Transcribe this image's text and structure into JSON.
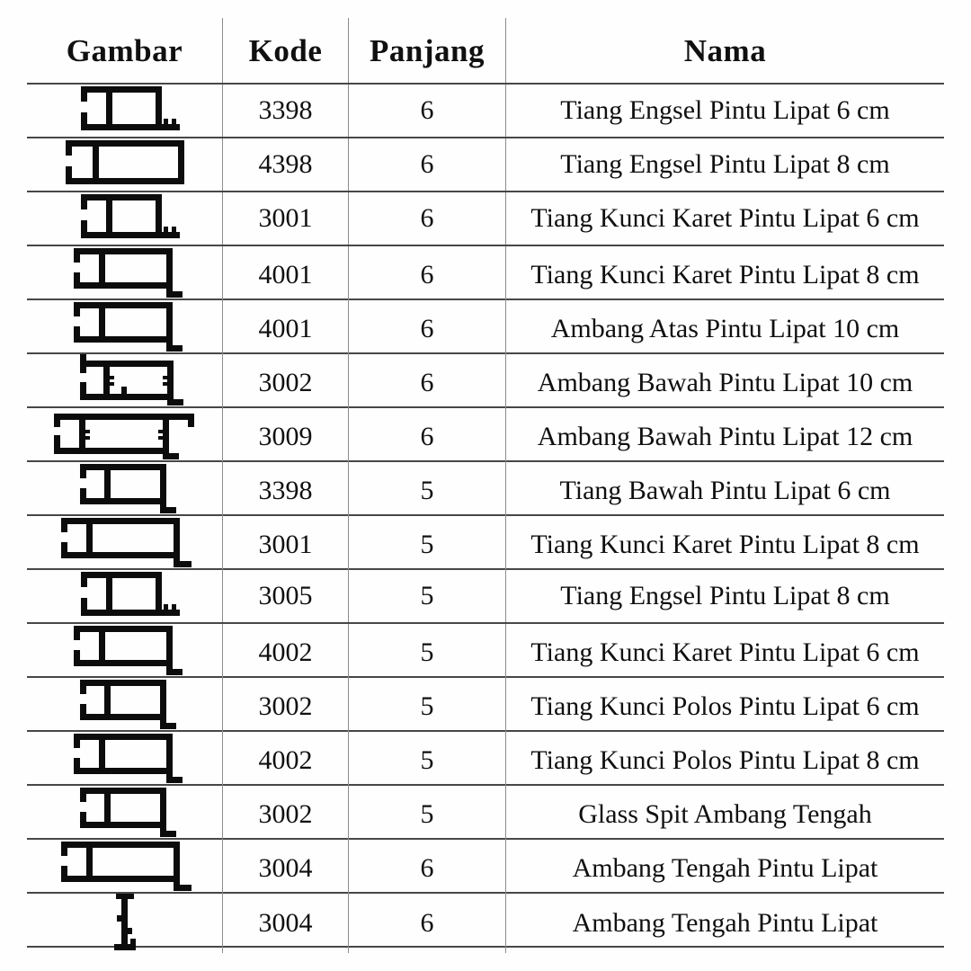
{
  "table": {
    "headers": {
      "gambar": "Gambar",
      "kode": "Kode",
      "panjang": "Panjang",
      "nama": "Nama"
    },
    "rows": [
      {
        "kode": "3398",
        "panjang": "6",
        "nama": "Tiang Engsel Pintu Lipat 6 cm",
        "icon": "profile-box-teeth"
      },
      {
        "kode": "4398",
        "panjang": "6",
        "nama": "Tiang Engsel Pintu Lipat 8 cm",
        "icon": "profile-box-wide"
      },
      {
        "kode": "3001",
        "panjang": "6",
        "nama": "Tiang Kunci Karet Pintu Lipat 6 cm",
        "icon": "profile-box-teeth"
      },
      {
        "kode": "4001",
        "panjang": "6",
        "nama": "Tiang Kunci Karet Pintu Lipat 8 cm",
        "icon": "profile-hook-medium"
      },
      {
        "kode": "4001",
        "panjang": "6",
        "nama": "Ambang Atas Pintu Lipat 10 cm",
        "icon": "profile-hook-medium"
      },
      {
        "kode": "3002",
        "panjang": "6",
        "nama": "Ambang Bawah Pintu Lipat 10 cm",
        "icon": "profile-sill-ticks"
      },
      {
        "kode": "3009",
        "panjang": "6",
        "nama": "Ambang Bawah Pintu Lipat 12 cm",
        "icon": "profile-sill-wide"
      },
      {
        "kode": "3398",
        "panjang": "5",
        "nama": "Tiang Bawah Pintu Lipat 6 cm",
        "icon": "profile-hook-small"
      },
      {
        "kode": "3001",
        "panjang": "5",
        "nama": "Tiang Kunci Karet Pintu Lipat 8 cm",
        "icon": "profile-hook-wide"
      },
      {
        "kode": "3005",
        "panjang": "5",
        "nama": "Tiang Engsel Pintu Lipat 8 cm",
        "icon": "profile-box-teeth"
      },
      {
        "kode": "4002",
        "panjang": "5",
        "nama": "Tiang Kunci Karet Pintu Lipat 6 cm",
        "icon": "profile-hook-medium"
      },
      {
        "kode": "3002",
        "panjang": "5",
        "nama": "Tiang Kunci Polos Pintu Lipat 6 cm",
        "icon": "profile-hook-small"
      },
      {
        "kode": "4002",
        "panjang": "5",
        "nama": "Tiang Kunci Polos Pintu Lipat 8 cm",
        "icon": "profile-hook-medium"
      },
      {
        "kode": "3002",
        "panjang": "5",
        "nama": "Glass Spit Ambang Tengah",
        "icon": "profile-hook-small"
      },
      {
        "kode": "3004",
        "panjang": "6",
        "nama": "Ambang Tengah Pintu Lipat",
        "icon": "profile-hook-wide"
      },
      {
        "kode": "3004",
        "panjang": "6",
        "nama": "Ambang Tengah Pintu Lipat",
        "icon": "profile-i-beam"
      }
    ]
  },
  "colors": {
    "ink": "#101010",
    "row_line": "#474747",
    "column_line": "#8c8c8c",
    "profile_fill": "#0c0c0c"
  }
}
